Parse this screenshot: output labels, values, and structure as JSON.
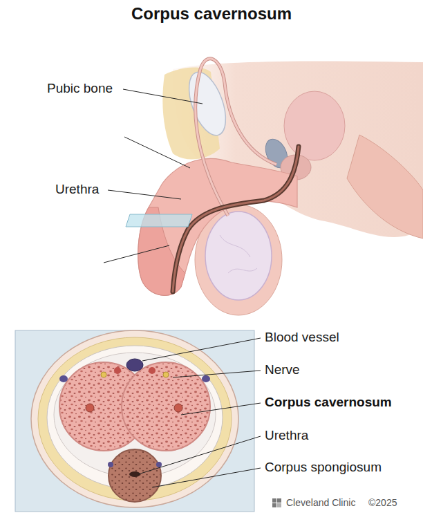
{
  "diagram": {
    "title": "Corpus cavernosum",
    "labels": [
      "Pubic bone",
      "Urethra",
      "Blood vessel",
      "Nerve",
      "Corpus cavernosum",
      "Urethra",
      "Corpus spongiosum",
      "Cleveland Clinic",
      "©2025"
    ]
  }
}
